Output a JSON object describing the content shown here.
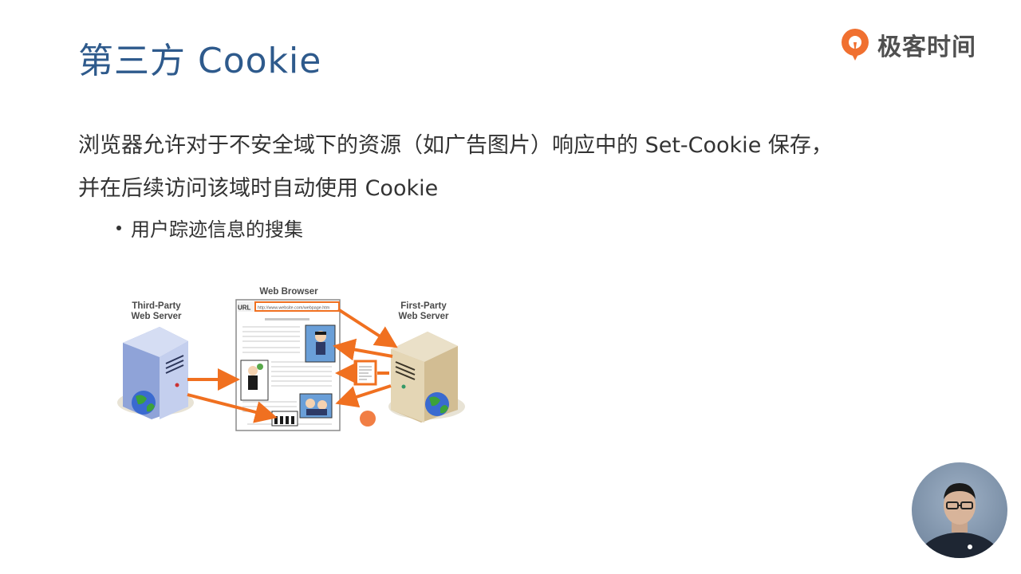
{
  "slide": {
    "title": "第三方 Cookie",
    "paragraph": "浏览器允许对于不安全域下的资源（如广告图片）响应中的 Set-Cookie 保存，并在后续访问该域时自动使用 Cookie",
    "bullets": [
      "用户踪迹信息的搜集"
    ]
  },
  "logo": {
    "text": "极客时间",
    "color": "#f07030"
  },
  "diagram": {
    "browser_title": "Web Browser",
    "url_label": "URL",
    "url_value": "http://www.website.com/webpage.htm",
    "third_party_line1": "Third-Party",
    "third_party_line2": "Web Server",
    "first_party_line1": "First-Party",
    "first_party_line2": "Web Server",
    "arrow_color": "#f07020"
  }
}
